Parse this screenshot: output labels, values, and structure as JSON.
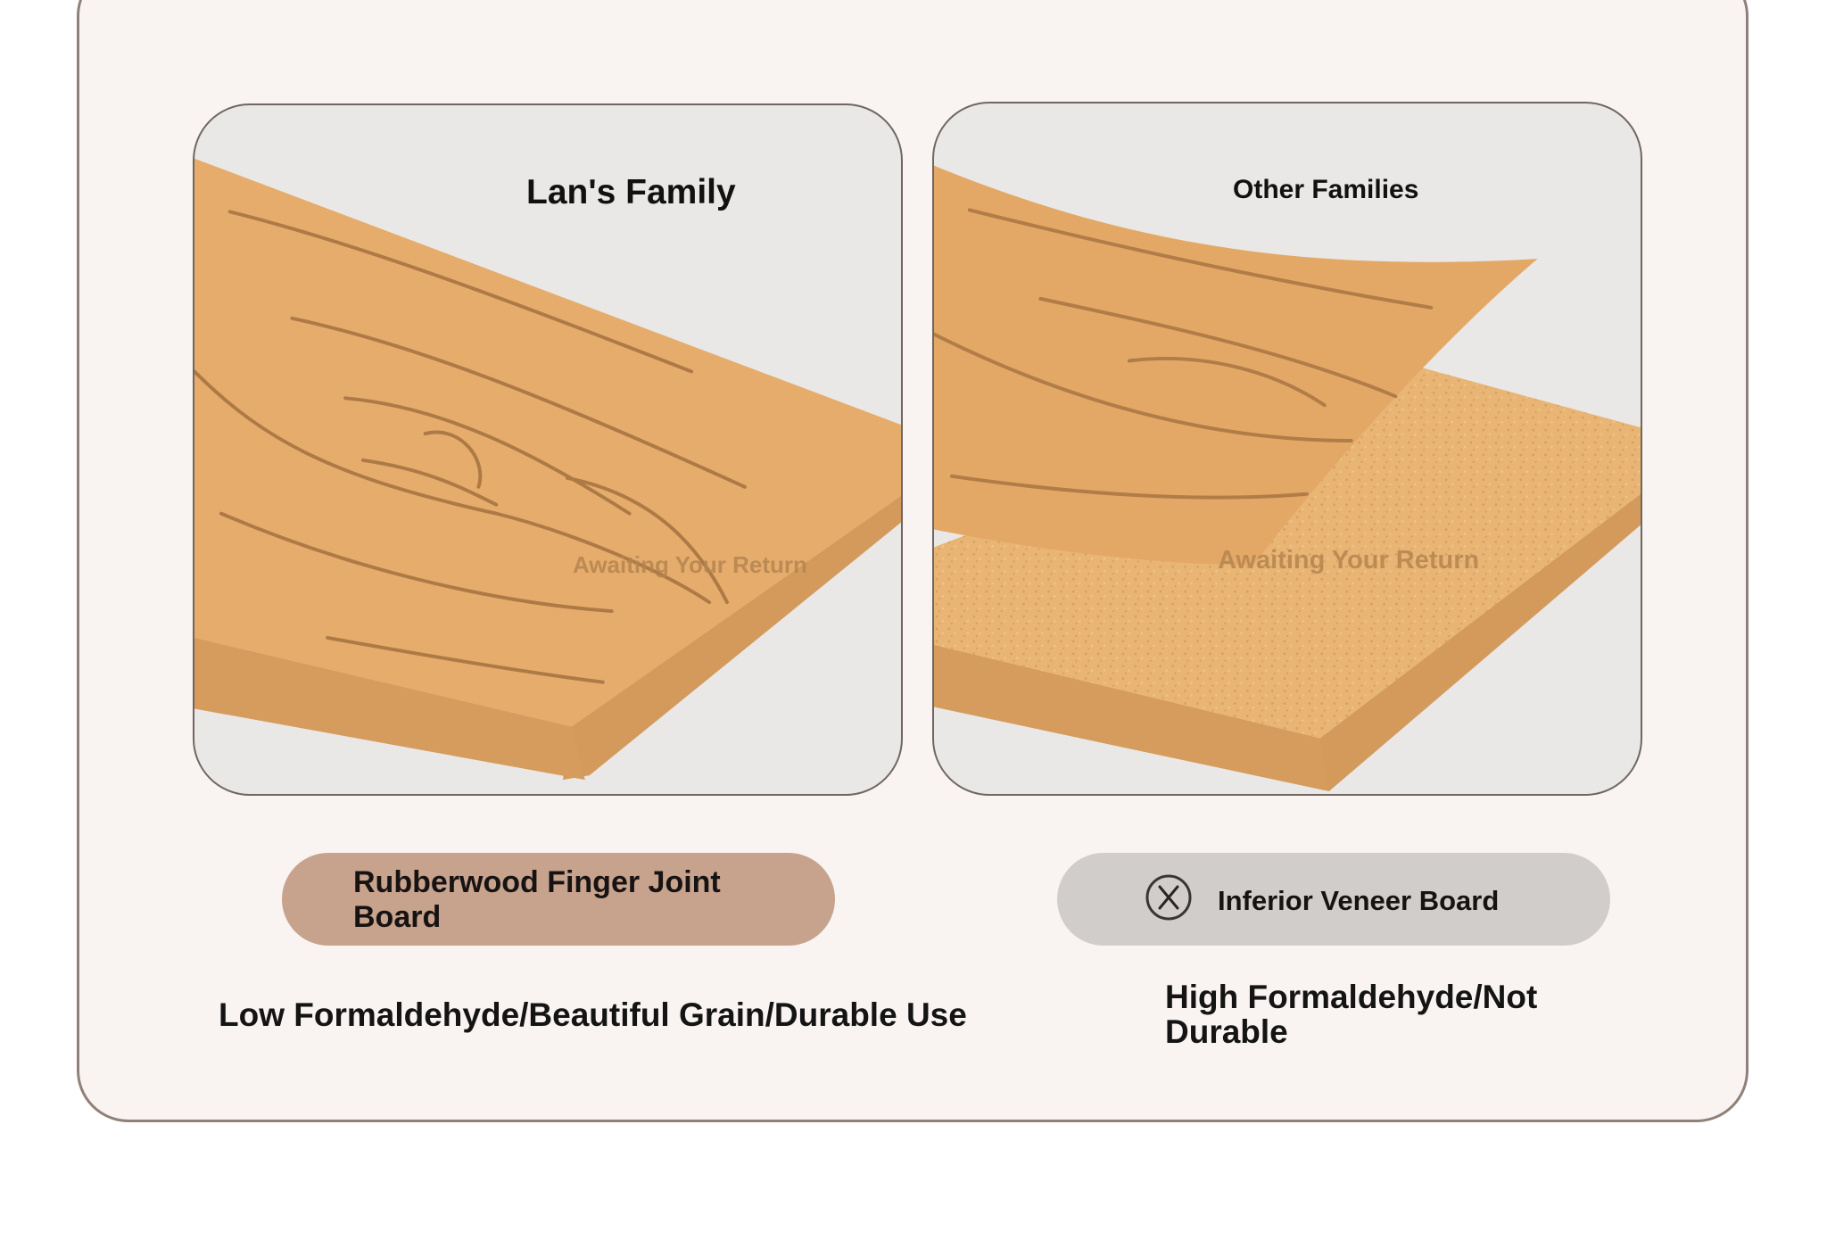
{
  "comparison": {
    "left": {
      "title": "Lan's Family",
      "watermark": "Awaiting Your Return",
      "board_label": "Rubberwood Finger Joint Board",
      "caption": "Low Formaldehyde/Beautiful Grain/Durable Use"
    },
    "right": {
      "title": "Other Families",
      "watermark": "Awaiting Your Return",
      "board_label": "Inferior Veneer Board",
      "icon": "x-circle-icon",
      "caption": "High Formaldehyde/Not Durable"
    }
  },
  "colors": {
    "card_background": "#f9f4f2",
    "panel_background": "#e9e8e6",
    "wood_top": "#e6ac6c",
    "wood_edge": "#d49a5b",
    "particle_board": "#e9b574",
    "good_pill": "#c7a28d",
    "bad_pill": "#d0cdcb",
    "watermark": "#b58550"
  }
}
